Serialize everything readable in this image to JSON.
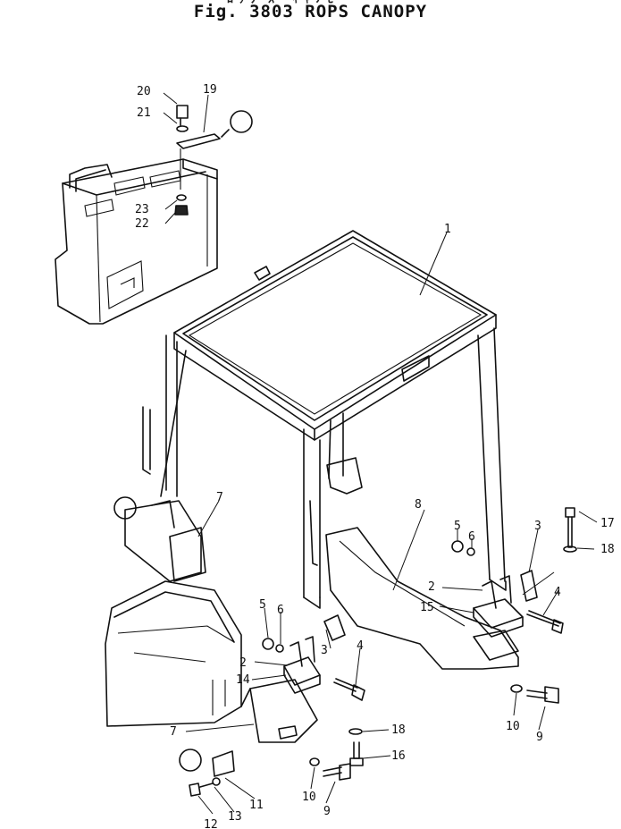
{
  "figure": {
    "title": "Fig. 3803 ROPS CANOPY",
    "subtitle_glyphs": "ﾛｯﾌﾟｽ ｷｬﾉﾋﾟｰ"
  },
  "callouts": [
    "1",
    "2",
    "3",
    "4",
    "5",
    "6",
    "7",
    "8",
    "9",
    "10",
    "11",
    "12",
    "13",
    "14",
    "15",
    "16",
    "17",
    "18",
    "19",
    "20",
    "21",
    "22",
    "23"
  ],
  "callout_instances": [
    {
      "id": "1",
      "text": "1"
    },
    {
      "id": "2a",
      "text": "2"
    },
    {
      "id": "2b",
      "text": "2"
    },
    {
      "id": "3a",
      "text": "3"
    },
    {
      "id": "3b",
      "text": "3"
    },
    {
      "id": "4a",
      "text": "4"
    },
    {
      "id": "4b",
      "text": "4"
    },
    {
      "id": "5a",
      "text": "5"
    },
    {
      "id": "5b",
      "text": "5"
    },
    {
      "id": "6a",
      "text": "6"
    },
    {
      "id": "6b",
      "text": "6"
    },
    {
      "id": "7a",
      "text": "7"
    },
    {
      "id": "7b",
      "text": "7"
    },
    {
      "id": "8",
      "text": "8"
    },
    {
      "id": "9a",
      "text": "9"
    },
    {
      "id": "9b",
      "text": "9"
    },
    {
      "id": "10a",
      "text": "10"
    },
    {
      "id": "10b",
      "text": "10"
    },
    {
      "id": "11",
      "text": "11"
    },
    {
      "id": "12",
      "text": "12"
    },
    {
      "id": "13",
      "text": "13"
    },
    {
      "id": "14",
      "text": "14"
    },
    {
      "id": "15",
      "text": "15"
    },
    {
      "id": "16",
      "text": "16"
    },
    {
      "id": "17",
      "text": "17"
    },
    {
      "id": "18a",
      "text": "18"
    },
    {
      "id": "18b",
      "text": "18"
    },
    {
      "id": "19",
      "text": "19"
    },
    {
      "id": "20",
      "text": "20"
    },
    {
      "id": "21",
      "text": "21"
    },
    {
      "id": "22",
      "text": "22"
    },
    {
      "id": "23",
      "text": "23"
    }
  ]
}
